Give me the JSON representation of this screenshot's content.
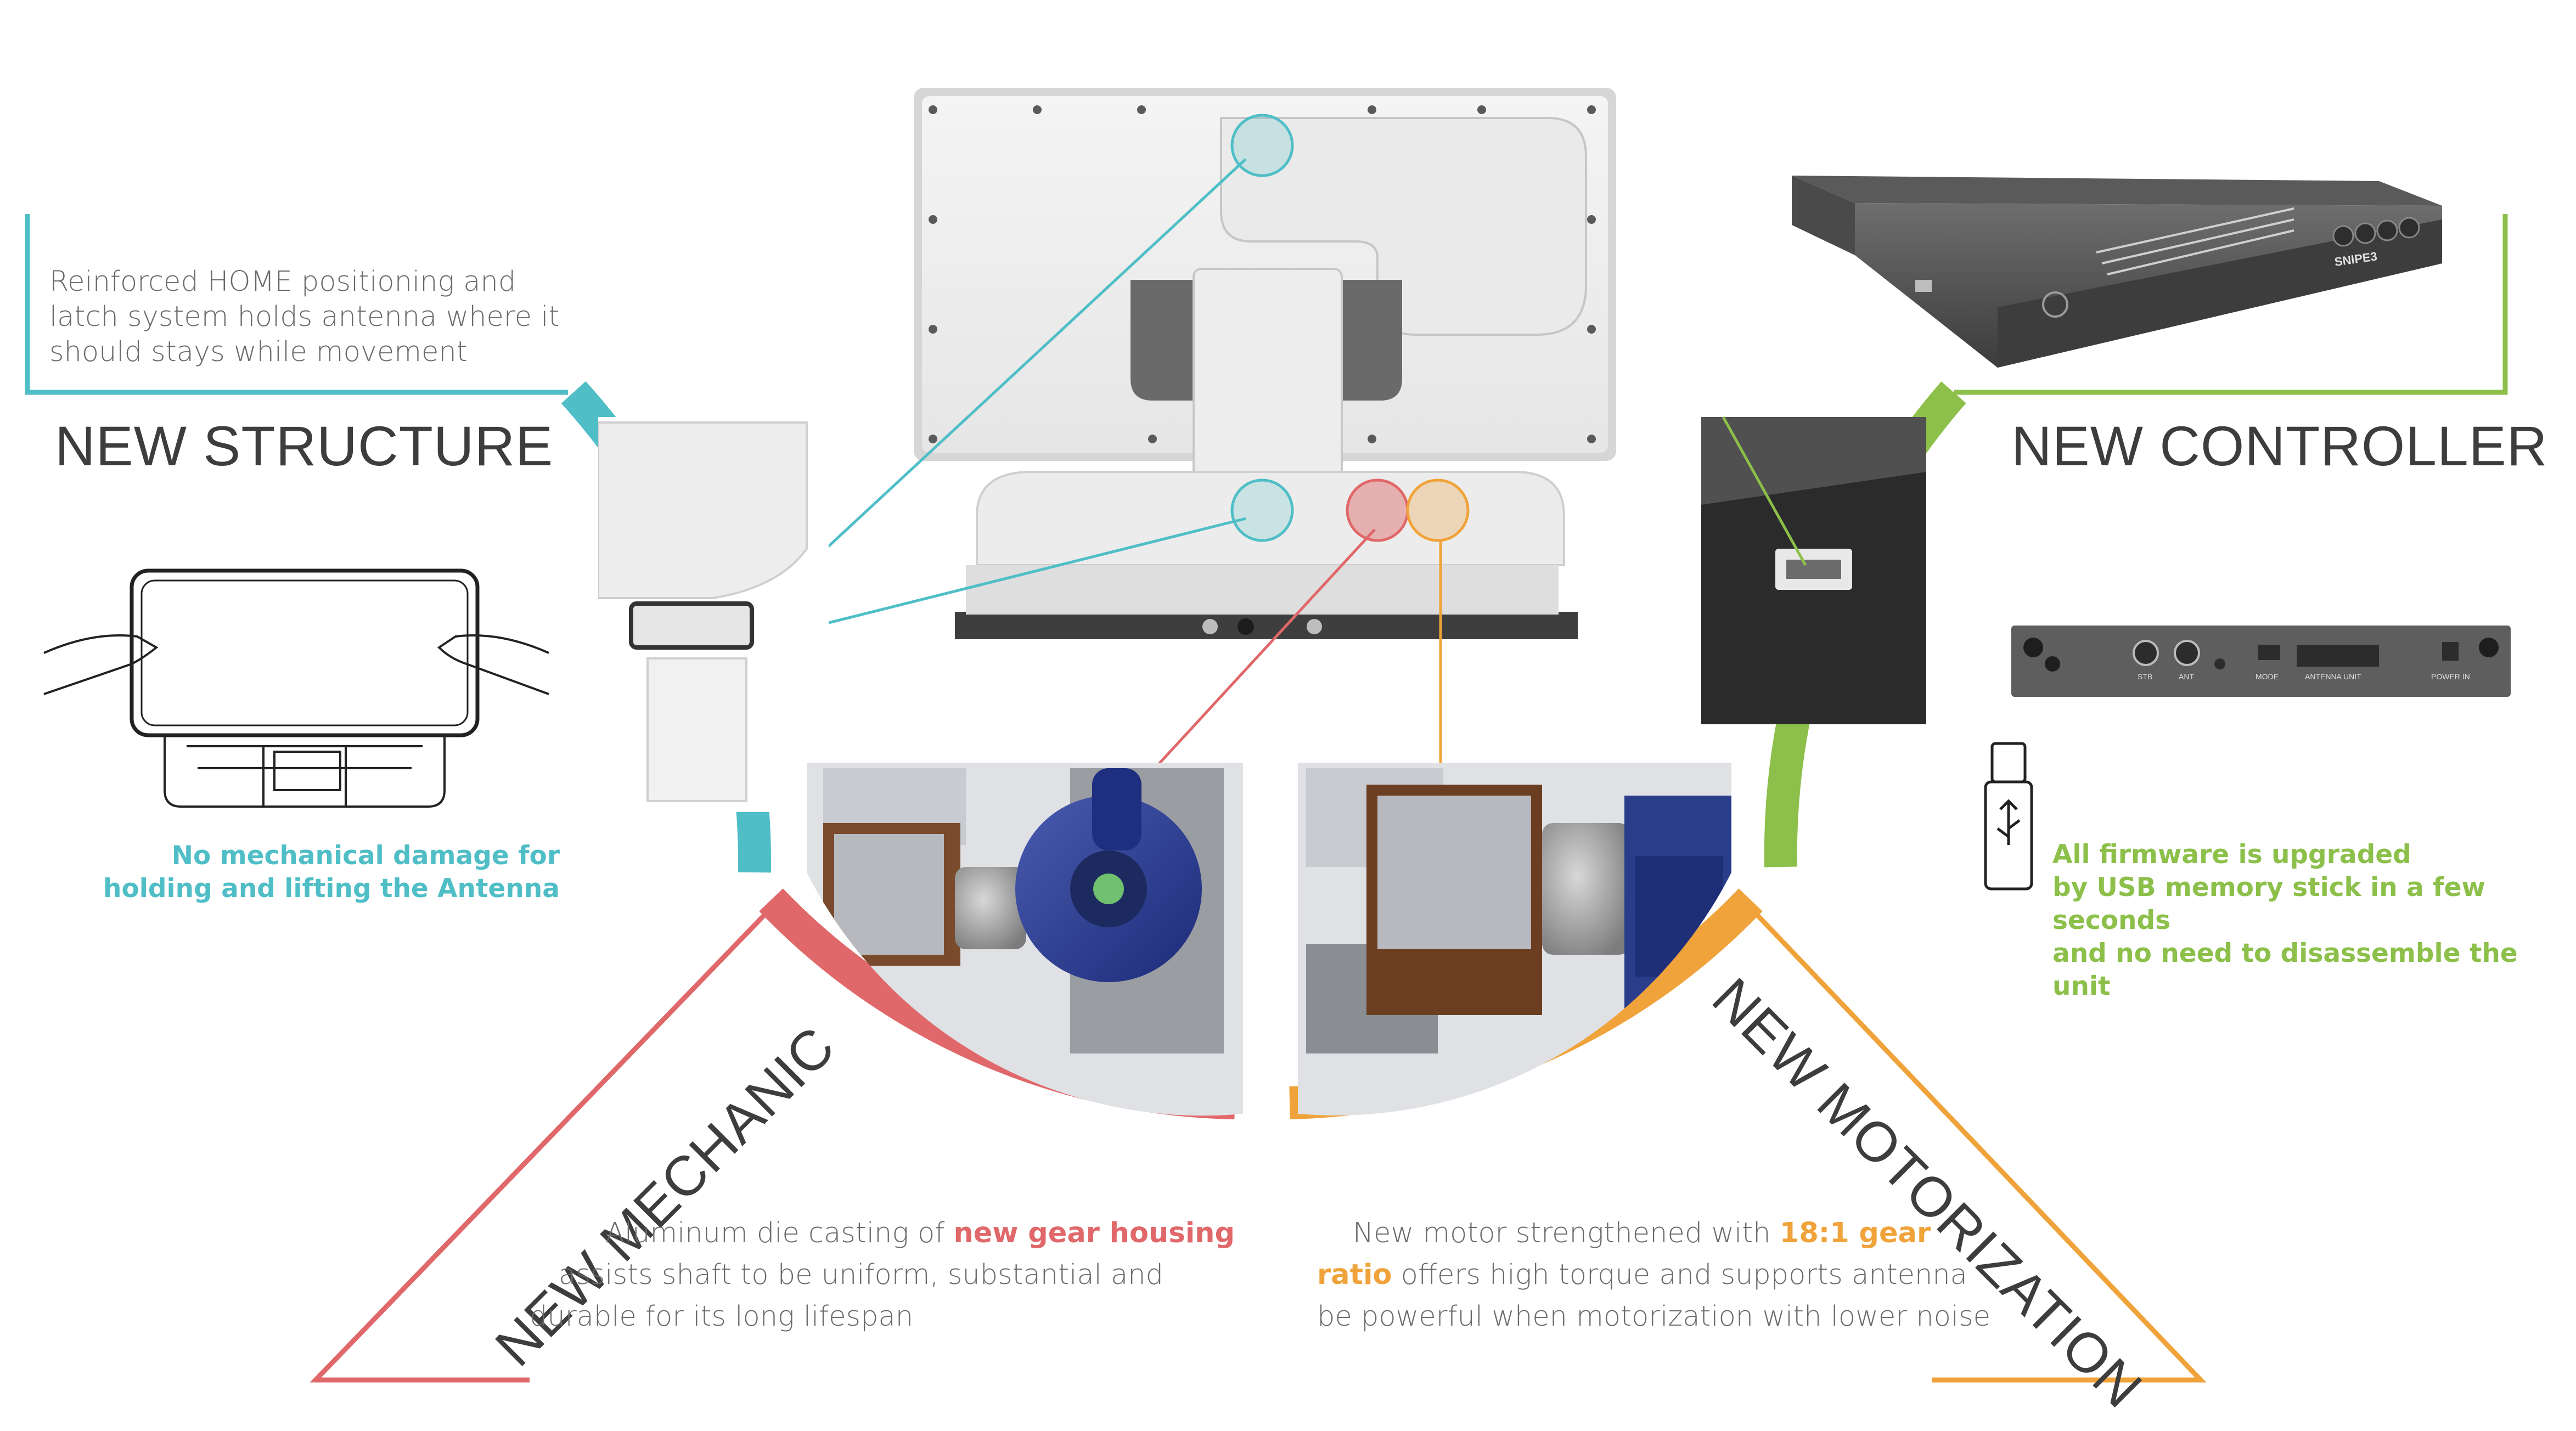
{
  "colors": {
    "structure": "#4fbec6",
    "controller": "#8cc04a",
    "mechanic": "#e0686a",
    "motorization": "#f0a33a",
    "heading_text": "#3d3d3d",
    "body_text": "#6a6a6a"
  },
  "structure": {
    "heading": "NEW STRUCTURE",
    "description_lines": [
      "Reinforced HOME positioning and",
      "latch system holds antenna where it",
      "should stays while movement"
    ],
    "caption_lines": [
      "No mechanical damage for",
      "holding and lifting the Antenna"
    ]
  },
  "controller": {
    "heading": "NEW CONTROLLER",
    "caption_lines": [
      "All firmware is upgraded",
      "by USB memory stick in a few seconds",
      "and no need to disassemble the unit"
    ],
    "front_panel_brand": "SNIPE3",
    "back_panel_labels": [
      "STB",
      "ANT",
      "MODE",
      "ANTENNA UNIT",
      "POWER IN"
    ]
  },
  "mechanic": {
    "heading": "NEW MECHANIC",
    "line1_pre": "Aluminum die casting of ",
    "line1_em": "new gear housing",
    "line2": "assists shaft to be uniform, substantial and",
    "line3": "durable for its long lifespan"
  },
  "motorization": {
    "heading": "NEW MOTORIZATION",
    "line1_pre": "New motor strengthened with ",
    "line1_em": "18:1 gear",
    "line2_em": "ratio",
    "line2_post": " offers high torque and supports antenna",
    "line3": "be powerful when motorization with lower noise"
  }
}
